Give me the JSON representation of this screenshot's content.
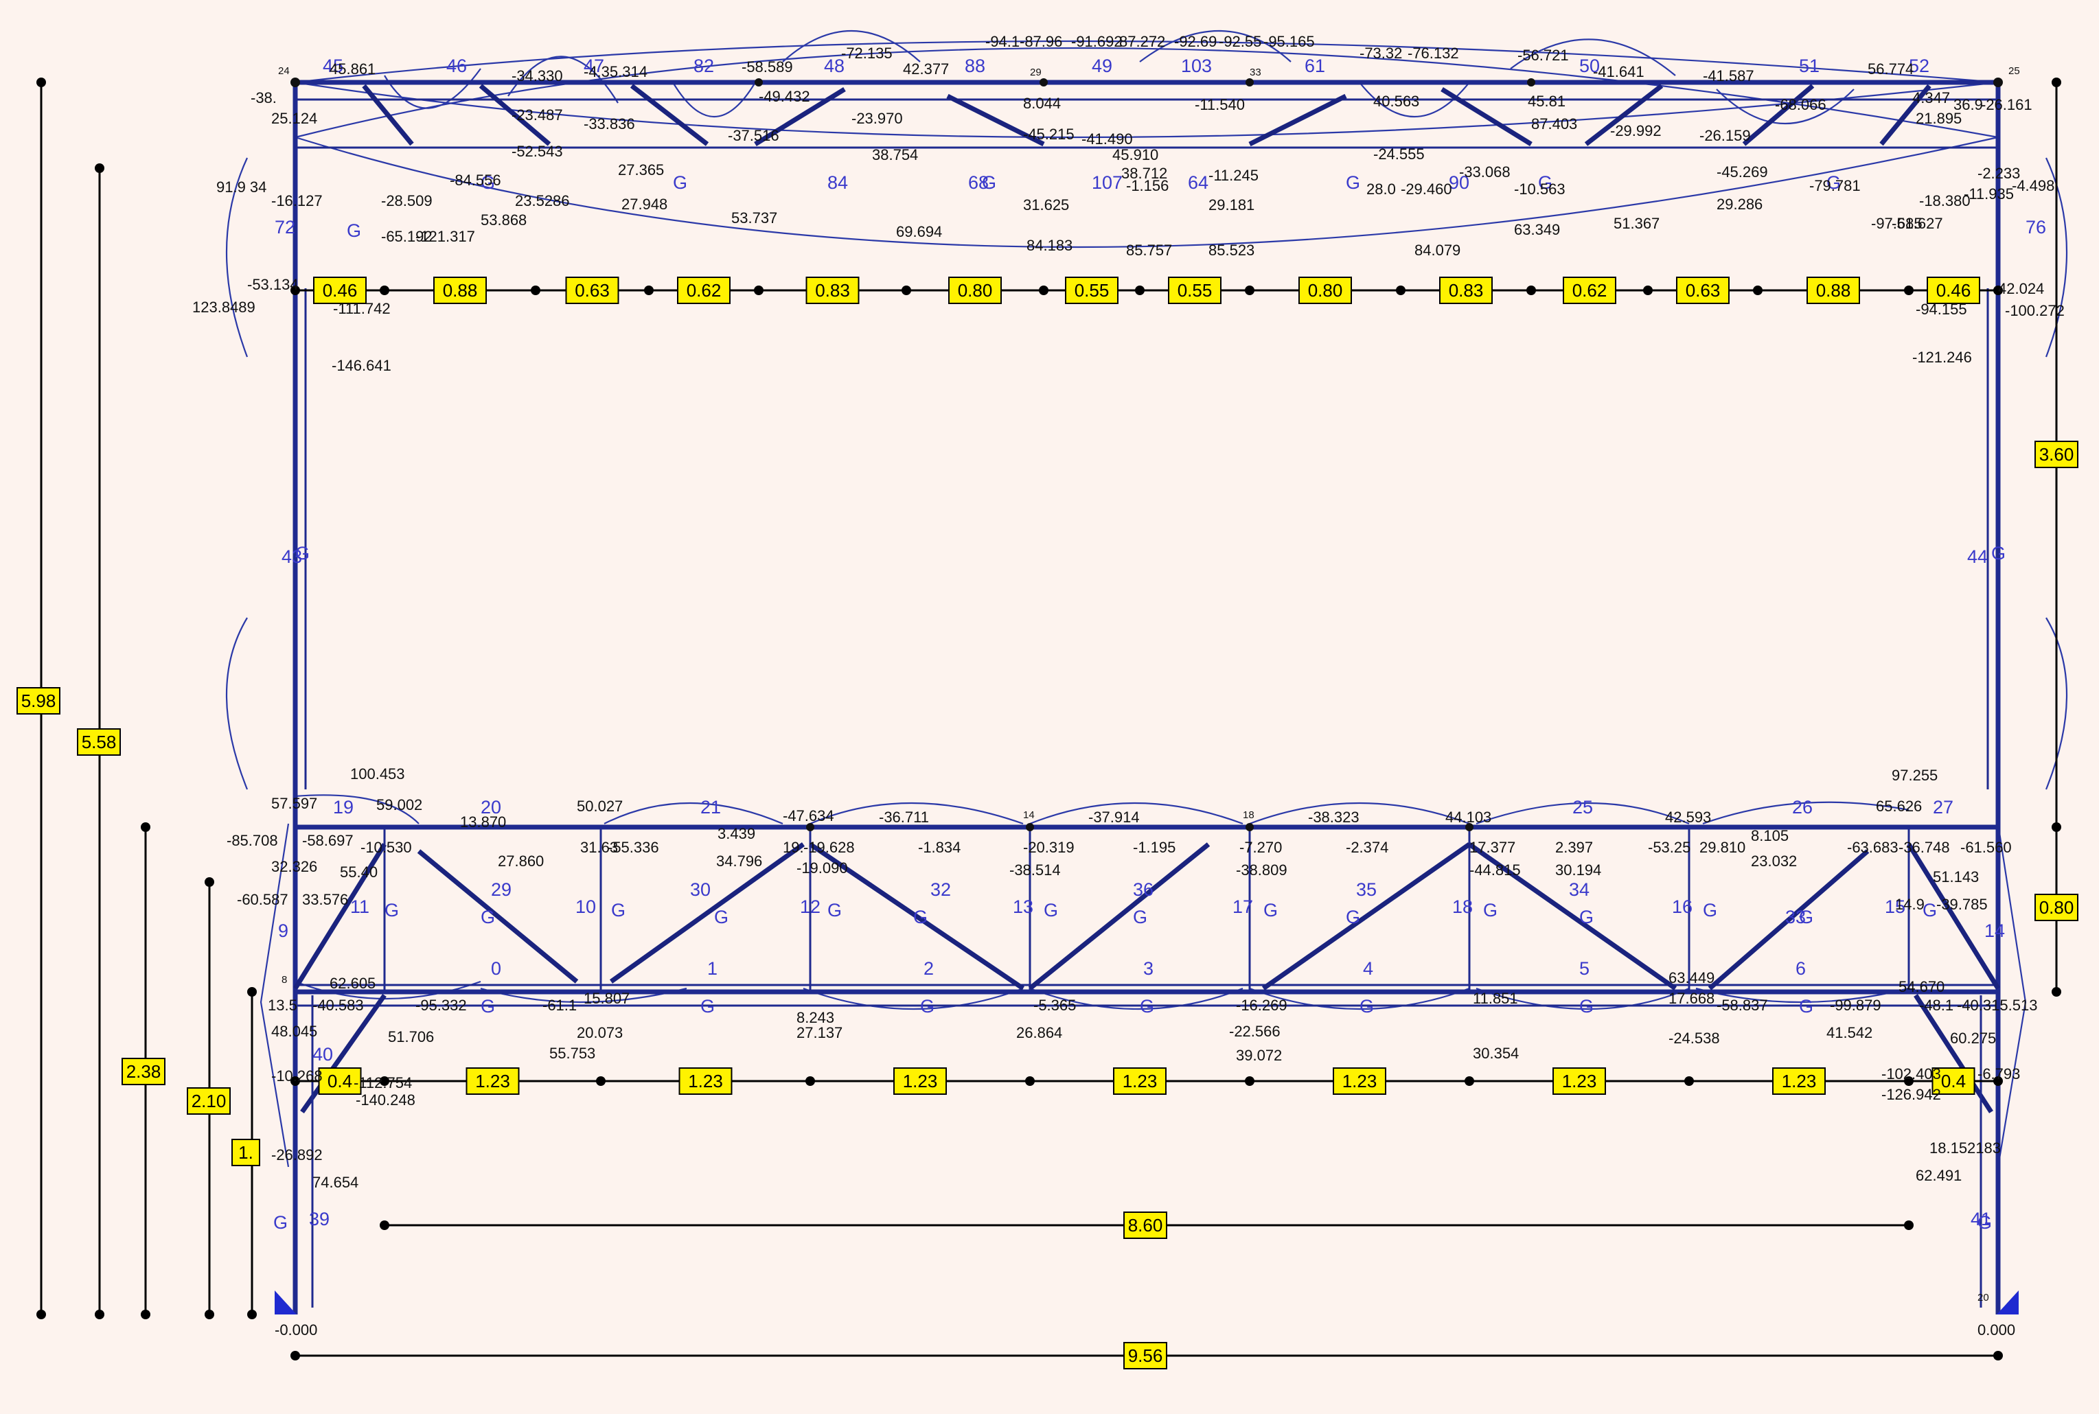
{
  "top_segments": [
    "0.46",
    "0.88",
    "0.63",
    "0.62",
    "0.83",
    "0.80",
    "0.55",
    "0.55",
    "0.80",
    "0.83",
    "0.62",
    "0.63",
    "0.88",
    "0.46"
  ],
  "bottom_segments": [
    "0.4",
    "1.23",
    "1.23",
    "1.23",
    "1.23",
    "1.23",
    "1.23",
    "1.23",
    "0.4"
  ],
  "overall_dims": {
    "total_height": "5.98",
    "column_height": "5.58",
    "right_upper": "3.60",
    "right_lower": "0.80",
    "left_2_38": "2.38",
    "left_2_10": "2.10",
    "left_small": "1.",
    "inner_span": "8.60",
    "outer_span": "9.56"
  },
  "reactions": {
    "left": "-0.000",
    "right": "0.000"
  },
  "node_numbers": [
    "24",
    "25",
    "29",
    "33",
    "20",
    "8",
    "14",
    "18"
  ],
  "top_member_labels": [
    "45",
    "46",
    "47",
    "82",
    "48",
    "88",
    "49",
    "103",
    "61",
    "50",
    "51",
    "52",
    "72",
    "76",
    "43",
    "44",
    "107",
    "64",
    "68",
    "84",
    "90"
  ],
  "bottom_member_labels": [
    "19",
    "20",
    "21",
    "25",
    "26",
    "27",
    "29",
    "30",
    "32",
    "36",
    "35",
    "34",
    "33",
    "10",
    "12",
    "13",
    "17",
    "18",
    "16",
    "15",
    "11",
    "0",
    "1",
    "2",
    "3",
    "4",
    "5",
    "6",
    "40",
    "39",
    "41",
    "9",
    "14"
  ],
  "top_force_labels": [
    "45.861",
    "-38.",
    "25.124",
    "91.9 34",
    "-16.127",
    "-53.134",
    "123.8489",
    "-111.742",
    "-146.641",
    "-34.330",
    "-23.487",
    "-52.543",
    "23.5286",
    "53.868",
    "-84.556",
    "-28.509",
    "-65.192",
    "-121.317",
    "-4.35.314",
    "-33.836",
    "27.365",
    "27.948",
    "-58.589",
    "-49.432",
    "-37.516",
    "53.737",
    "-72.135",
    "42.377",
    "-23.970",
    "38.754",
    "69.694",
    "-94.1",
    "-87.96",
    "-91.692",
    "87.272",
    "8.044",
    "-45.215",
    "-41.490",
    "31.625",
    "84.183",
    "45.910",
    "38.712",
    "-1.156",
    "85.757",
    "-92.69",
    "-92.55",
    "-95.165",
    "-11.540",
    "-11.245",
    "29.181",
    "85.523",
    "-73.32",
    "-76.132",
    "40.563",
    "-24.555",
    "28.0",
    "-29.460",
    "84.079",
    "-56.721",
    "45.81",
    "87.403",
    "-33.068",
    "-10.563",
    "63.349",
    "-41.641",
    "-29.992",
    "51.367",
    "-41.587",
    "-26.159",
    "-45.269",
    "29.286",
    "-68.066",
    "-79.781",
    "56.774",
    "4.347",
    "21.895",
    "-18.380",
    "-51.627",
    "-97.685",
    "36.9",
    "-26.161",
    "-11.935",
    "-2.233",
    "-4.498",
    "-94.155",
    "42.024",
    "-100.272",
    "-121.246"
  ],
  "bottom_force_labels": [
    "100.453",
    "57.597",
    "59.002",
    "-58.697",
    "-85.708",
    "32.326",
    "-60.587",
    "33.576",
    "55.40",
    "-10.530",
    "13.870",
    "27.860",
    "50.027",
    "31.63",
    "-55.336",
    "-47.634",
    "3.439",
    "34.796",
    "19.",
    "-19.628",
    "-19.090",
    "-36.711",
    "-1.834",
    "-20.319",
    "-38.514",
    "-37.914",
    "-1.195",
    "-7.270",
    "-38.809",
    "-38.323",
    "-2.374",
    "44.103",
    "17.377",
    "-44.815",
    "2.397",
    "30.194",
    "42.593",
    "-53.25",
    "29.810",
    "8.105",
    "23.032",
    "97.255",
    "65.626",
    "-63.683",
    "-36.748",
    "-61.560",
    "51.143",
    "14.9",
    "-39.785",
    "13.5",
    "-40.583",
    "62.605",
    "-95.332",
    "51.706",
    "48.045",
    "-10.268",
    "-112.754",
    "-140.248",
    "-26.892",
    "74.654",
    "20.073",
    "55.753",
    "15.807",
    "-61.1",
    "27.137",
    "8.243",
    "-5.365",
    "26.864",
    "-16.269",
    "-22.566",
    "39.072",
    "11.851",
    "30.354",
    "-58.837",
    "-24.538",
    "63.449",
    "17.668",
    "-99.879",
    "41.542",
    "54.670",
    "-48.1",
    "-40.315.513",
    "60.275",
    "-102.403",
    "-126.942",
    "-6.793",
    "18.152183",
    "62.491"
  ],
  "g_labels": [
    "G"
  ]
}
